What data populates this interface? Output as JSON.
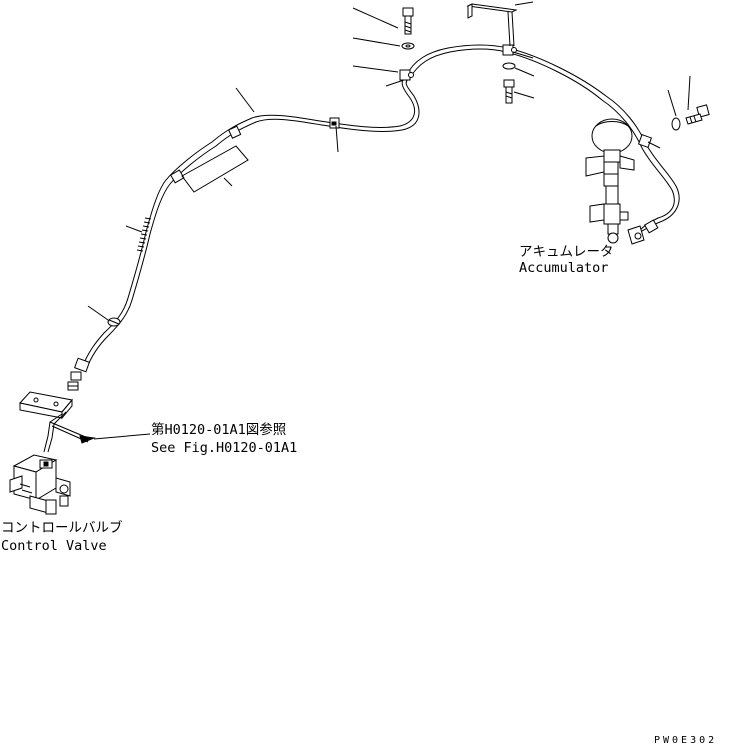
{
  "labels": {
    "accumulator_jp": "アキュムレータ",
    "accumulator_en": "Accumulator",
    "see_fig_jp": "第H0120-01A1図参照",
    "see_fig_en": "See Fig.H0120-01A1",
    "control_valve_jp": "コントロールバルブ",
    "control_valve_en": "Control Valve",
    "drawing_code": "PW0E302"
  },
  "colors": {
    "line": "#000000",
    "background": "#ffffff"
  }
}
